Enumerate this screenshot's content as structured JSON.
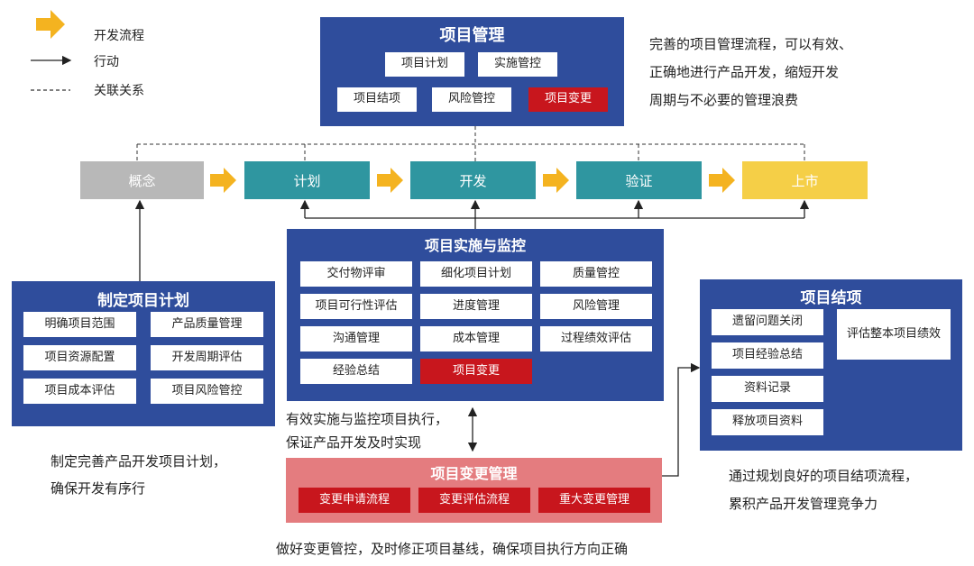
{
  "legend": {
    "flow": "开发流程",
    "action": "行动",
    "relation": "关联关系"
  },
  "top_panel": {
    "title": "项目管理",
    "items": [
      "项目计划",
      "实施管控",
      "项目结项",
      "风险管控",
      "项目变更"
    ]
  },
  "top_desc": [
    "完善的项目管理流程，可以有效、",
    "正确地进行产品开发，缩短开发",
    "周期与不必要的管理浪费"
  ],
  "stages": [
    "概念",
    "计划",
    "开发",
    "验证",
    "上市"
  ],
  "impl_panel": {
    "title": "项目实施与监控",
    "items": [
      "交付物评审",
      "细化项目计划",
      "质量管控",
      "项目可行性评估",
      "进度管理",
      "风险管理",
      "沟通管理",
      "成本管理",
      "过程绩效评估",
      "经验总结",
      "项目变更"
    ]
  },
  "impl_desc": [
    "有效实施与监控项目执行，",
    "保证产品开发及时实现"
  ],
  "plan_panel": {
    "title": "制定项目计划",
    "items": [
      "明确项目范围",
      "产品质量管理",
      "项目资源配置",
      "开发周期评估",
      "项目成本评估",
      "项目风险管控"
    ]
  },
  "plan_desc": [
    "制定完善产品开发项目计划，",
    "确保开发有序行"
  ],
  "change_panel": {
    "title": "项目变更管理",
    "items": [
      "变更申请流程",
      "变更评估流程",
      "重大变更管理"
    ]
  },
  "change_desc": "做好变更管控，及时修正项目基线，确保项目执行方向正确",
  "close_panel": {
    "title": "项目结项",
    "items": [
      "遗留问题关闭",
      "项目经验总结",
      "资料记录",
      "释放项目资料",
      "评估整本项目绩效"
    ]
  },
  "close_desc": [
    "通过规划良好的项目结项流程，",
    "累积产品开发管理竞争力"
  ],
  "colors": {
    "panel_blue": "#2f4d9c",
    "red": "#c8161d",
    "teal": "#2f96a0",
    "gray": "#b8b8b8",
    "yellow": "#f5cf47",
    "arrow": "#f4b320",
    "change_bg": "#e47c7f"
  }
}
